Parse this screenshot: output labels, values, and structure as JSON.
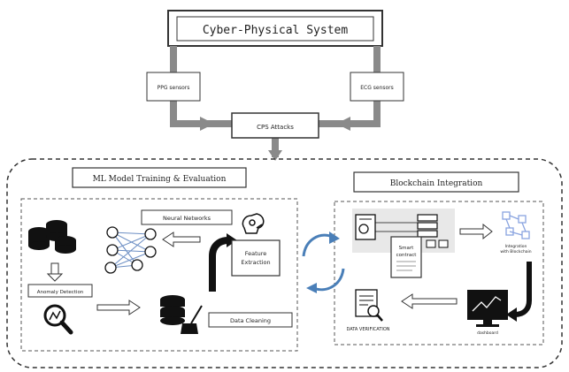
{
  "title": "Cyber-Physical System",
  "sensors": {
    "left": "PPG sensors",
    "right": "ECG sensors"
  },
  "attacks": "CPS Attacks",
  "ml_section": {
    "title": "ML Model Training & Evaluation",
    "neural_networks": "Neural Networks",
    "feature_extraction_line1": "Feature",
    "feature_extraction_line2": "Extraction",
    "data_cleaning": "Data Cleaning",
    "anomaly_detection": "Anomaly Detection"
  },
  "blockchain_section": {
    "title": "Blockchain Integration",
    "smart_contract_line1": "Smart",
    "smart_contract_line2": "contract",
    "data_verification": "DATA VERIFICATION",
    "dashboard_label": "dashboard",
    "network_label_line1": "Integration",
    "network_label_line2": "with Blockchain"
  },
  "colors": {
    "stroke": "#333333",
    "blue_accent": "#4a7fb8",
    "pipe": "#8a8a8a",
    "light_blue": "#8aa4e0"
  }
}
